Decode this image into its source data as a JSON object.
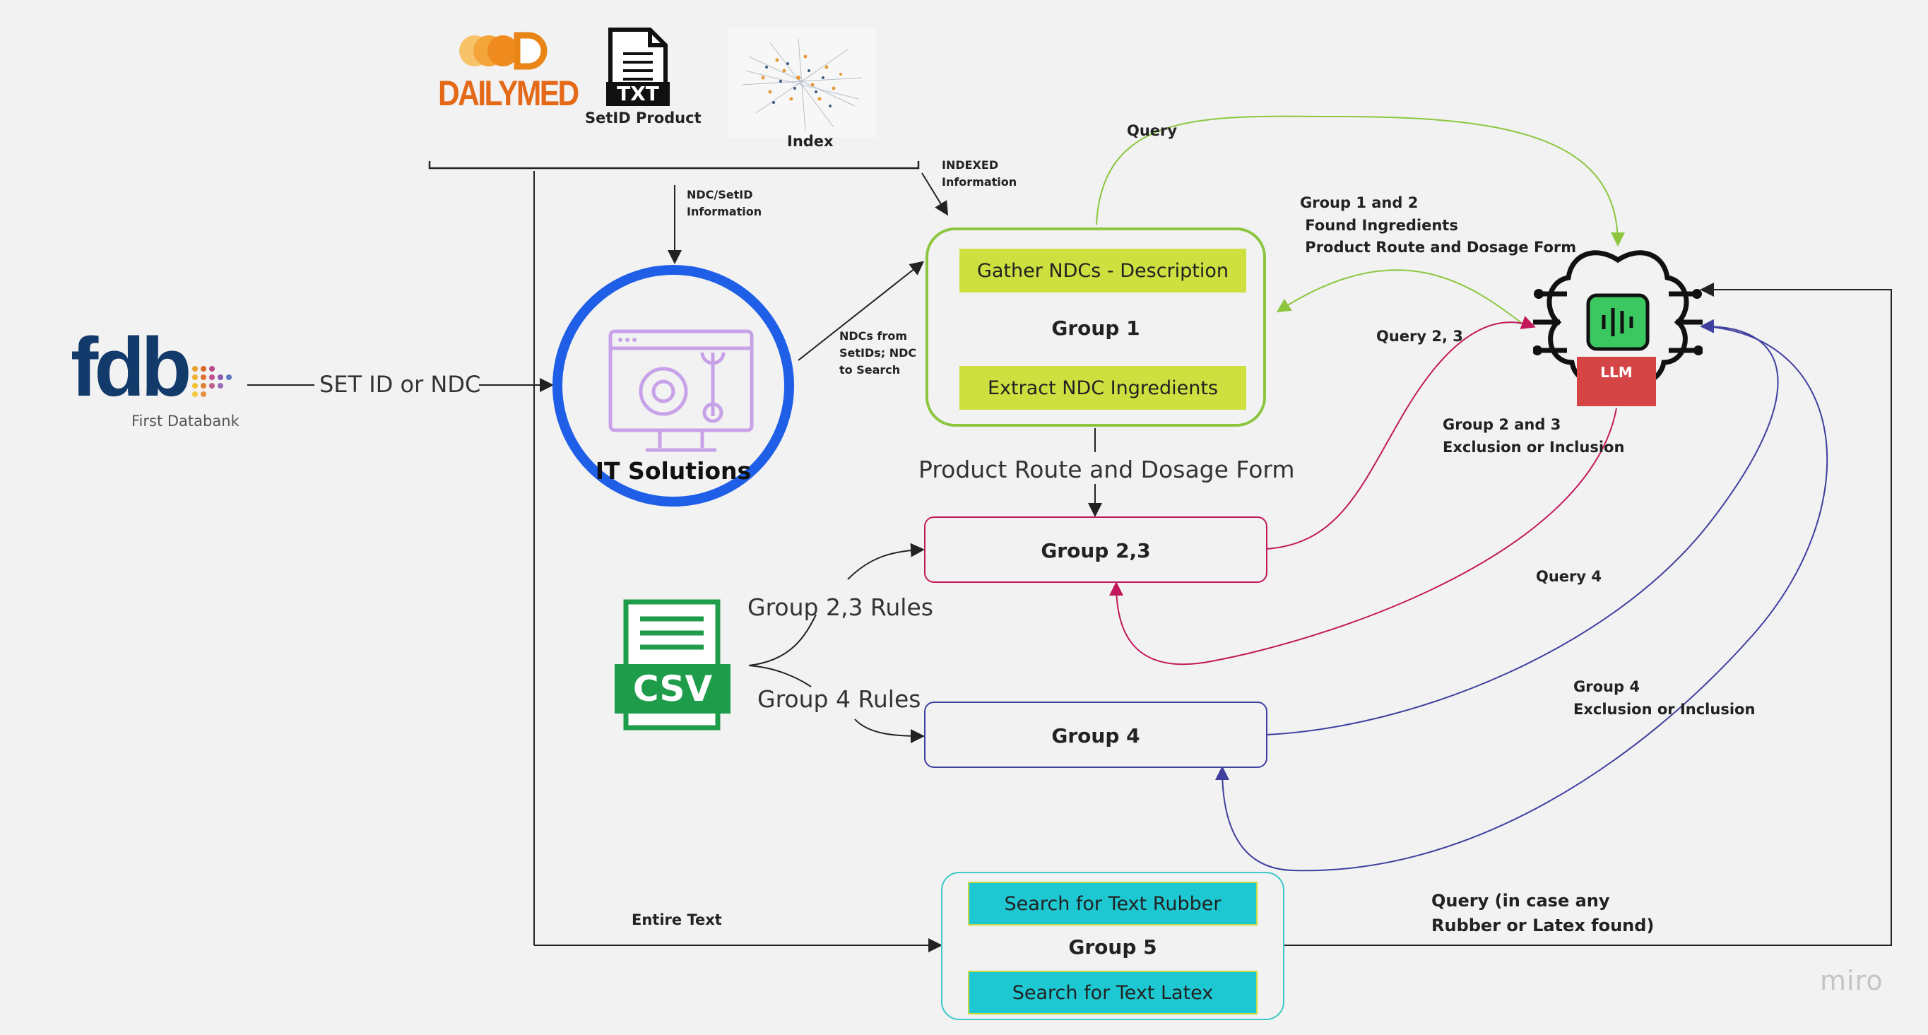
{
  "logos": {
    "dailymed": "DAILYMED",
    "txt_icon": "TXT",
    "setid_label": "SetID Product",
    "index_label": "Index",
    "fdb_brand": "fdb",
    "fdb_sub": "First Databank",
    "csv_icon": "CSV",
    "it_label": "IT Solutions",
    "llm_badge": "LLM",
    "watermark": "miro"
  },
  "labels": {
    "ndc_setid": "NDC/SetID\nInformation",
    "indexed": "INDEXED\nInformation",
    "ndcs_from": "NDCs from\nSetIDs; NDC\nto Search",
    "set_id_or_ndc": "SET ID or NDC",
    "query": "Query",
    "group12_found": "Group 1 and 2\n Found Ingredients\n Product Route and Dosage Form",
    "query23": "Query 2, 3",
    "group23_excl": "Group 2 and 3\nExclusion or Inclusion",
    "product_route": "Product Route and Dosage Form",
    "query4": "Query 4",
    "group4_excl": "Group 4\nExclusion or Inclusion",
    "group23_rules": "Group 2,3 Rules",
    "group4_rules": "Group 4 Rules",
    "entire_text": "Entire Text",
    "query_rubber": "Query (in case any\nRubber or Latex found)"
  },
  "groups": {
    "g1_title": "Group 1",
    "g1_top": "Gather NDCs - Description",
    "g1_bottom": "Extract NDC Ingredients",
    "g23_title": "Group 2,3",
    "g4_title": "Group 4",
    "g5_title": "Group 5",
    "g5_top": "Search for Text Rubber",
    "g5_bottom": "Search for Text Latex"
  },
  "colors": {
    "green": "#8cc63f",
    "lime_fill": "#cde040",
    "magenta": "#c2185b",
    "navy": "#3f3f9f",
    "cyan_fill": "#1ec8d2",
    "cyan_border": "#3cc8c8",
    "blue_circle": "#1f5fe8",
    "llm_red": "#d64545",
    "csv_green": "#1e9c4a",
    "fdb_navy": "#123a6b"
  }
}
